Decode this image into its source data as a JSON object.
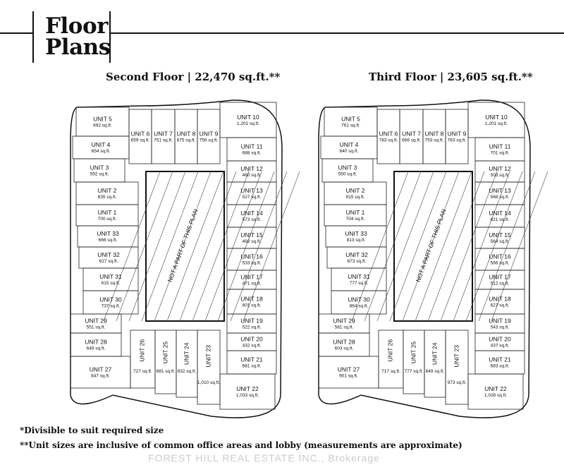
{
  "header": {
    "title_line1": "Floor",
    "title_line2": "Plans"
  },
  "floors": [
    {
      "title": "Second Floor | 22,470 sq.ft.**",
      "core_label": "NOT A PART OF THIS PLAN",
      "units": [
        {
          "name": "UNIT 1",
          "size": "700 sq.ft."
        },
        {
          "name": "UNIT 2",
          "size": "835 sq.ft."
        },
        {
          "name": "UNIT 3",
          "size": "592 sq.ft."
        },
        {
          "name": "UNIT 4",
          "size": "654 sq.ft."
        },
        {
          "name": "UNIT 5",
          "size": "692 sq.ft."
        },
        {
          "name": "UNIT 6",
          "size": "659 sq.ft."
        },
        {
          "name": "UNIT 7",
          "size": "751 sq.ft."
        },
        {
          "name": "UNIT 8",
          "size": "675 sq.ft."
        },
        {
          "name": "UNIT 9",
          "size": "756 sq.ft."
        },
        {
          "name": "UNIT 10",
          "size": "1,201 sq.ft."
        },
        {
          "name": "UNIT 11",
          "size": "688 sq.ft."
        },
        {
          "name": "UNIT 12",
          "size": "460 sq.ft."
        },
        {
          "name": "UNIT 13",
          "size": "527 sq.ft."
        },
        {
          "name": "UNIT 14",
          "size": "573 sq.ft."
        },
        {
          "name": "UNIT 15",
          "size": "492 sq.ft."
        },
        {
          "name": "UNIT 16",
          "size": "533 sq.ft."
        },
        {
          "name": "UNIT 17",
          "size": "471 sq.ft."
        },
        {
          "name": "UNIT 18",
          "size": "601 sq.ft."
        },
        {
          "name": "UNIT 19",
          "size": "522 sq.ft."
        },
        {
          "name": "UNIT 20",
          "size": "432 sq.ft."
        },
        {
          "name": "UNIT 21",
          "size": "681 sq.ft."
        },
        {
          "name": "UNIT 22",
          "size": "1,033 sq.ft."
        },
        {
          "name": "UNIT 23",
          "size": "1,010 sq.ft."
        },
        {
          "name": "UNIT 24",
          "size": "832 sq.ft."
        },
        {
          "name": "UNIT 25",
          "size": "681 sq.ft."
        },
        {
          "name": "UNIT 26",
          "size": "727 sq.ft."
        },
        {
          "name": "UNIT 27",
          "size": "847 sq.ft."
        },
        {
          "name": "UNIT 28",
          "size": "649 sq.ft."
        },
        {
          "name": "UNIT 29",
          "size": "551 sq.ft."
        },
        {
          "name": "UNIT 30",
          "size": "737 sq.ft."
        },
        {
          "name": "UNIT 31",
          "size": "615 sq.ft."
        },
        {
          "name": "UNIT 32",
          "size": "627 sq.ft."
        },
        {
          "name": "UNIT 33",
          "size": "666 sq.ft."
        }
      ]
    },
    {
      "title": "Third Floor | 23,605 sq.ft.**",
      "core_label": "NOT A PART OF THIS PLAN",
      "units": [
        {
          "name": "UNIT 1",
          "size": "704 sq.ft."
        },
        {
          "name": "UNIT 2",
          "size": "915 sq.ft."
        },
        {
          "name": "UNIT 3",
          "size": "550 sq.ft."
        },
        {
          "name": "UNIT 4",
          "size": "640 sq.ft."
        },
        {
          "name": "UNIT 5",
          "size": "761 sq.ft."
        },
        {
          "name": "UNIT 6",
          "size": "783 sq.ft."
        },
        {
          "name": "UNIT 7",
          "size": "666 sq.ft."
        },
        {
          "name": "UNIT 8",
          "size": "753 sq.ft."
        },
        {
          "name": "UNIT 9",
          "size": "763 sq.ft."
        },
        {
          "name": "UNIT 10",
          "size": "1,201 sq.ft."
        },
        {
          "name": "UNIT 11",
          "size": "701 sq.ft."
        },
        {
          "name": "UNIT 12",
          "size": "503 sq.ft."
        },
        {
          "name": "UNIT 13",
          "size": "568 sq.ft."
        },
        {
          "name": "UNIT 14",
          "size": "621 sq.ft."
        },
        {
          "name": "UNIT 15",
          "size": "564 sq.ft."
        },
        {
          "name": "UNIT 16",
          "size": "566 sq.ft."
        },
        {
          "name": "UNIT 17",
          "size": "512 sq.ft."
        },
        {
          "name": "UNIT 18",
          "size": "627 sq.ft."
        },
        {
          "name": "UNIT 19",
          "size": "543 sq.ft."
        },
        {
          "name": "UNIT 20",
          "size": "437 sq.ft."
        },
        {
          "name": "UNIT 21",
          "size": "683 sq.ft."
        },
        {
          "name": "UNIT 22",
          "size": "1,028 sq.ft."
        },
        {
          "name": "UNIT 23",
          "size": "973 sq.ft."
        },
        {
          "name": "UNIT 24",
          "size": "849 sq.ft."
        },
        {
          "name": "UNIT 25",
          "size": "777 sq.ft."
        },
        {
          "name": "UNIT 26",
          "size": "717 sq.ft."
        },
        {
          "name": "UNIT 27",
          "size": "901 sq.ft."
        },
        {
          "name": "UNIT 28",
          "size": "603 sq.ft."
        },
        {
          "name": "UNIT 29",
          "size": "581 sq.ft."
        },
        {
          "name": "UNIT 30",
          "size": "864 sq.ft."
        },
        {
          "name": "UNIT 31",
          "size": "777 sq.ft."
        },
        {
          "name": "UNIT 32",
          "size": "673 sq.ft."
        },
        {
          "name": "UNIT 33",
          "size": "813 sq.ft."
        }
      ]
    }
  ],
  "notes": {
    "note1": "*Divisible to suit required size",
    "note2": "**Unit sizes are inclusive of common office areas and lobby (measurements are approximate)"
  },
  "watermark": "FOREST HILL REAL ESTATE INC., Brokerage"
}
